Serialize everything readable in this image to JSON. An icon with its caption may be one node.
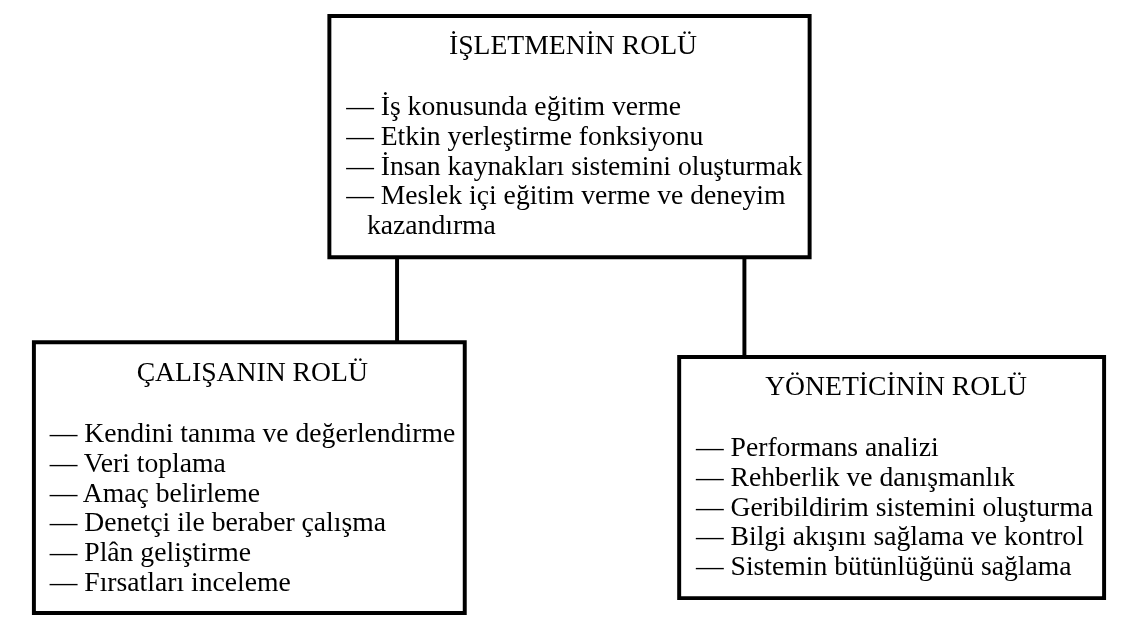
{
  "diagram": {
    "nodes": [
      {
        "text": [
          "İŞLETMENİN ROLÜ",
          "— İş konusunda eğitim verme",
          "— Etkin yerleştirme fonksiyonu",
          "— İnsan kaynakları sistemini oluşturmak",
          "— Meslek içi eğitim verme ve deneyim kazandırma"
        ]
      },
      {
        "text": [
          "ÇALIŞANIN ROLÜ",
          "— Kendini tanıma ve değerlendirme",
          "— Veri toplama",
          "— Amaç belirleme",
          "— Denetçi ile beraber çalışma",
          "— Plân geliştirme",
          "— Fırsatları inceleme"
        ]
      },
      {
        "text": [
          "YÖNETİCİNİN ROLÜ",
          "— Performans analizi",
          "— Rehberlik ve danışmanlık",
          "— Geribildirim sistemini oluşturma",
          "— Bilgi akışını sağlama ve kontrol",
          "— Sistemin bütünlüğünü sağlama"
        ]
      }
    ],
    "edges": [
      {
        "from": 0,
        "to": 1,
        "arrow": "none"
      },
      {
        "from": 0,
        "to": 2,
        "arrow": "none"
      }
    ]
  }
}
